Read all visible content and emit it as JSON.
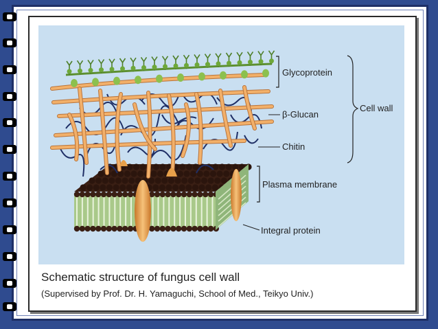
{
  "diagram": {
    "labels": {
      "glycoprotein": "Glycoprotein",
      "glucan": "β-Glucan",
      "chitin": "Chitin",
      "cell_wall": "Cell wall",
      "plasma_membrane": "Plasma membrane",
      "integral_protein": "Integral protein"
    }
  },
  "caption": "Schematic structure of fungus cell wall",
  "credit": "(Supervised by Prof. Dr. H. Yamaguchi, School of Med., Teikyo Univ.)",
  "colors": {
    "background": "#2f4b8f",
    "figure_bg": "#c9dff1",
    "chitin": "#f2b06a",
    "glucan": "#1f2f66",
    "glycoprotein": "#6ea83a",
    "membrane_head": "#3a1f14",
    "membrane_tail": "#a9c98a",
    "protein": "#e8a04a"
  }
}
